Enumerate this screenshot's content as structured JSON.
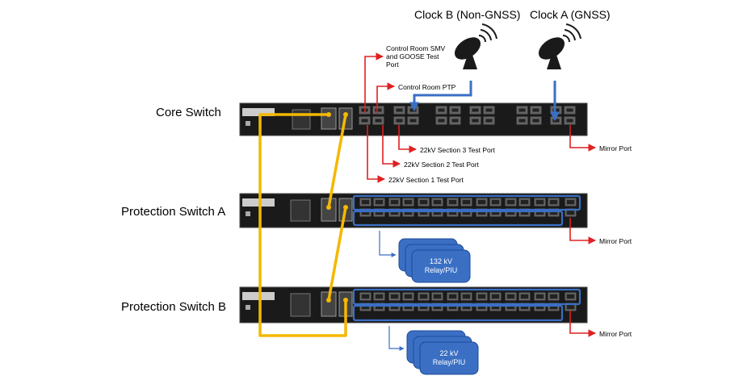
{
  "switches": {
    "core": "Core Switch",
    "protection_a": "Protection Switch A",
    "protection_b": "Protection Switch B"
  },
  "clocks": {
    "clock_b": "Clock B (Non-GNSS)",
    "clock_a": "Clock A (GNSS)"
  },
  "ports": {
    "control_room_smv": "Control Room SMV and GOOSE Test Port",
    "control_room_ptp": "Control Room PTP",
    "section3": "22kV Section 3 Test Port",
    "section2": "22kV Section 2 Test Port",
    "section1": "22kV Section 1 Test Port",
    "mirror_core": "Mirror Port",
    "mirror_a": "Mirror Port",
    "mirror_b": "Mirror Port"
  },
  "relays": {
    "relay_132_line1": "132 kV",
    "relay_132_line2": "Relay/PIU",
    "relay_22_line1": "22 kV",
    "relay_22_line2": "Relay/PIU"
  },
  "colors": {
    "red_link": "#e02020",
    "blue_link": "#3a6fc4",
    "yellow_link": "#f5b800",
    "relay_fill": "#3a6fc4",
    "switch_body": "#1a1a1a"
  },
  "icons": {
    "clock": "satellite-dish-icon"
  }
}
